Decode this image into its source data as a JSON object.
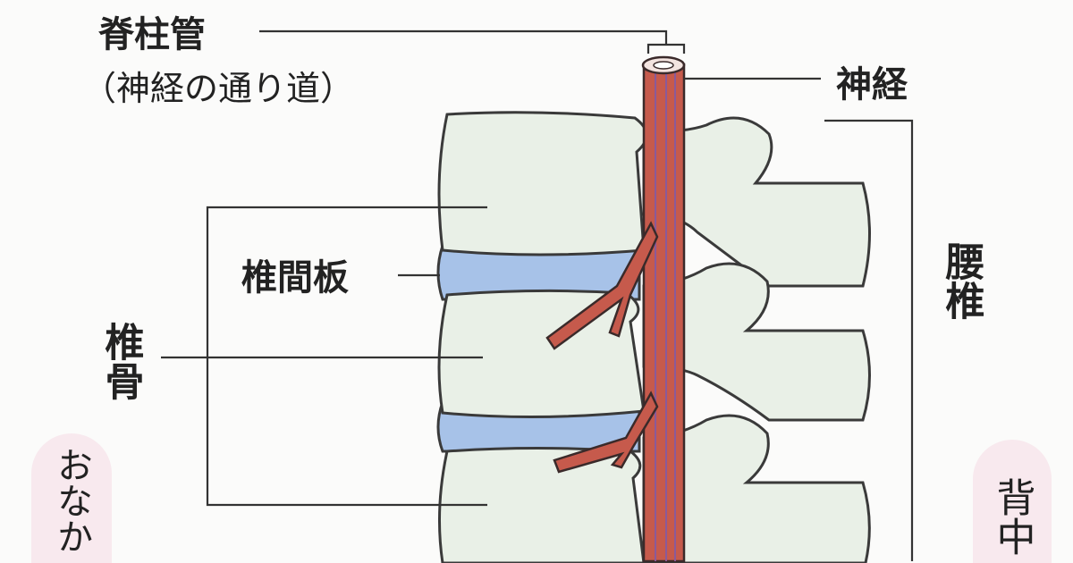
{
  "labels": {
    "spinal_canal": "脊柱管",
    "spinal_canal_note": "（神経の通り道）",
    "nerve": "神経",
    "lumbar": "腰椎",
    "disc": "椎間板",
    "vertebra": "椎骨",
    "belly": "おなか",
    "back": "背中"
  },
  "colors": {
    "bone": "#e9f0e7",
    "disc": "#a7c2e8",
    "nerve": "#c65a4c",
    "pill": "#f8e9ee"
  }
}
